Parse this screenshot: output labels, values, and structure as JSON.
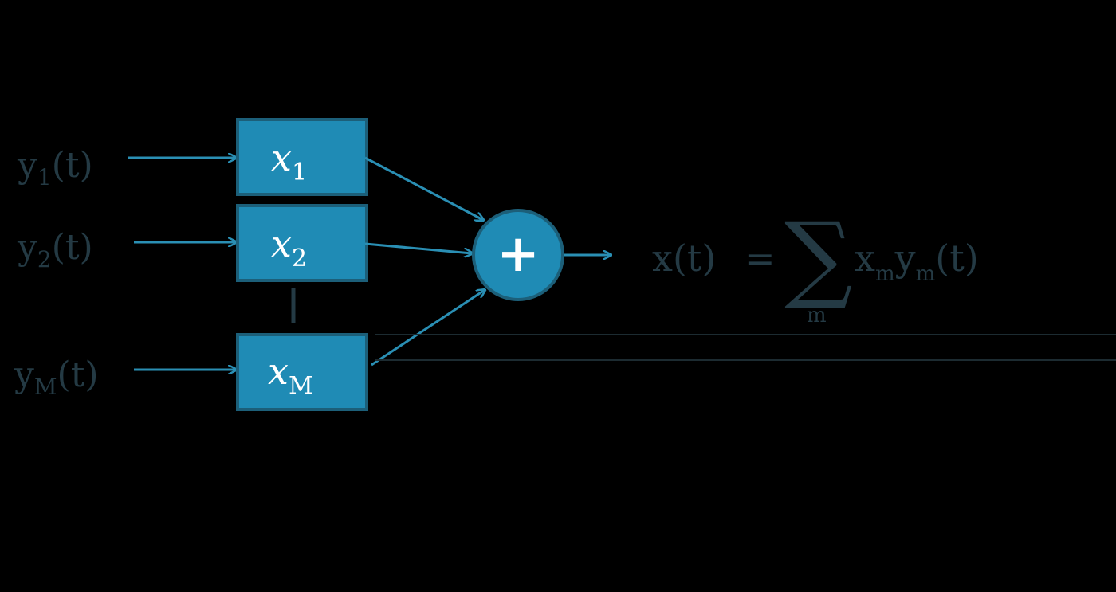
{
  "inputs": [
    {
      "base": "y",
      "sub": "1",
      "arg": "(t)"
    },
    {
      "base": "y",
      "sub": "2",
      "arg": "(t)"
    },
    {
      "base": "y",
      "sub": "M",
      "arg": "(t)"
    }
  ],
  "weights": [
    {
      "base": "x",
      "sub": "1"
    },
    {
      "base": "x",
      "sub": "2"
    },
    {
      "base": "x",
      "sub": "M"
    }
  ],
  "sum_node": {
    "symbol": "+"
  },
  "equation": {
    "lhs": "x(t)",
    "equals": "=",
    "sigma": "∑",
    "sigma_index": "m",
    "term_x": "x",
    "term_x_sub": "m",
    "term_y": "y",
    "term_y_sub": "m",
    "term_arg": "(t)"
  },
  "colors": {
    "box_fill": "#1f8bb5",
    "box_stroke": "#1c5f79",
    "arrow": "#2a8fb4",
    "text_dark": "#243a44"
  }
}
